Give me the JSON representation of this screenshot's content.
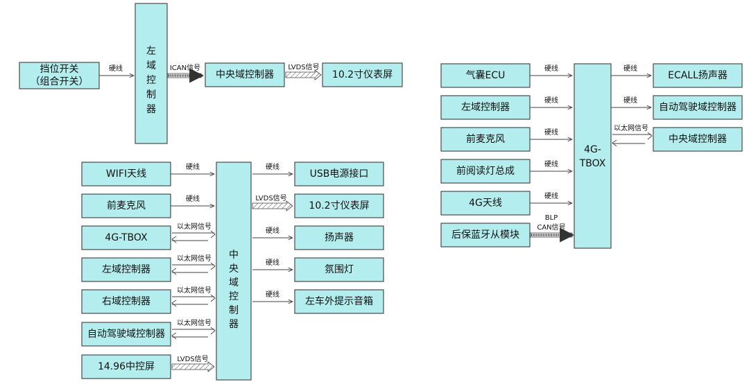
{
  "diagram1": {
    "source_line1": "挡位开关",
    "source_line2": "（组合开关）",
    "left_ctrl_chars": [
      "左",
      "域",
      "控",
      "制",
      "器"
    ],
    "hardwire_label": "硬线",
    "ican_label": "ICAN信号",
    "central_ctrl": "中央域控制器",
    "lvds_label": "LVDS信号",
    "display": "10.2寸仪表屏"
  },
  "diagram2": {
    "hub_chars": [
      "中",
      "央",
      "域",
      "控",
      "制",
      "器"
    ],
    "inputs": [
      {
        "label": "WIFI天线",
        "link": "硬线"
      },
      {
        "label": "前麦克风",
        "link": "硬线"
      },
      {
        "label": "4G-TBOX",
        "link": "以太网信号"
      },
      {
        "label": "左域控制器",
        "link": "以太网信号"
      },
      {
        "label": "右域控制器",
        "link": "以太网信号"
      },
      {
        "label": "自动驾驶域控制器",
        "link": "以太网信号"
      },
      {
        "label": "14.96中控屏",
        "link": "LVDS信号"
      }
    ],
    "outputs": [
      {
        "label": "USB电源接口",
        "link": "硬线"
      },
      {
        "label": "10.2寸仪表屏",
        "link": "LVDS信号"
      },
      {
        "label": "扬声器",
        "link": "硬线"
      },
      {
        "label": "氛围灯",
        "link": "硬线"
      },
      {
        "label": "左车外提示音箱",
        "link": "硬线"
      }
    ]
  },
  "diagram3": {
    "hub_line1": "4G-",
    "hub_line2": "TBOX",
    "inputs": [
      {
        "label": "气囊ECU",
        "link": "硬线"
      },
      {
        "label": "左域控制器",
        "link": "硬线"
      },
      {
        "label": "前麦克风",
        "link": "硬线"
      },
      {
        "label": "前阅读灯总成",
        "link": "硬线"
      },
      {
        "label": "4G天线",
        "link": "硬线"
      },
      {
        "label": "后保蓝牙从模块",
        "link_line1": "BLP",
        "link_line2": "CAN信号"
      }
    ],
    "outputs": [
      {
        "label": "ECALL扬声器",
        "link": "硬线"
      },
      {
        "label": "自动驾驶域控制器",
        "link": "硬线"
      },
      {
        "label": "中央域控制器",
        "link": "以太网信号"
      }
    ]
  }
}
